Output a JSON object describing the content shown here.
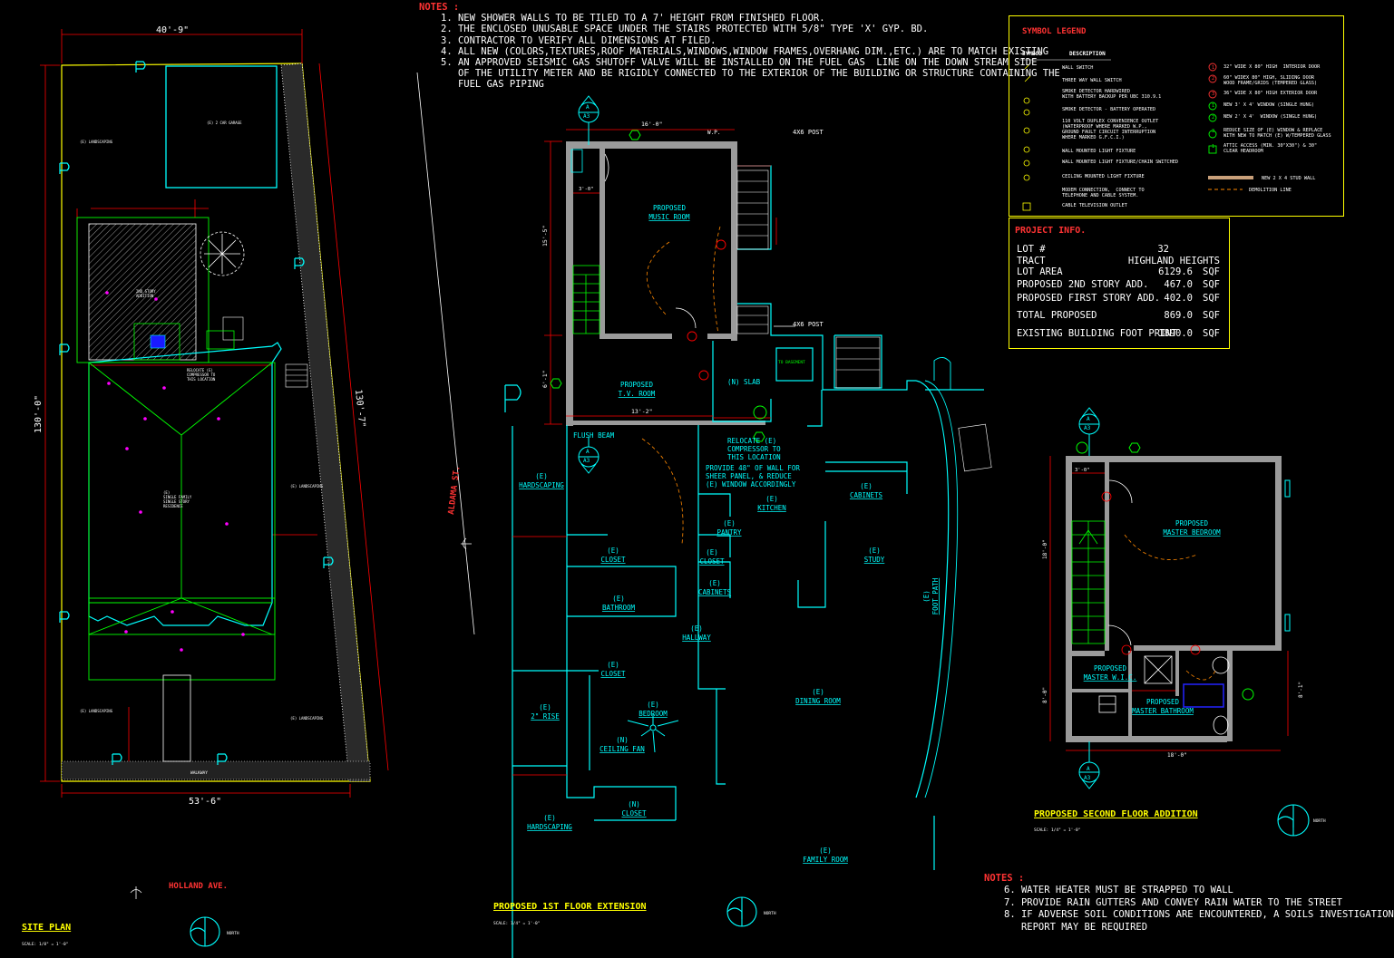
{
  "notes_top": {
    "header": "NOTES :",
    "items": [
      "1. NEW SHOWER WALLS TO BE TILED TO A 7' HEIGHT FROM FINISHED FLOOR.",
      "2. THE ENCLOSED UNUSABLE SPACE UNDER THE STAIRS PROTECTED WITH 5/8\" TYPE 'X' GYP. BD.",
      "3. CONTRACTOR TO VERIFY ALL DIMENSIONS AT FILED.",
      "4. ALL NEW (COLORS,TEXTURES,ROOF MATERIALS,WINDOWS,WINDOW FRAMES,OVERHANG DIM.,ETC.) ARE TO MATCH EXISTING",
      "5. AN APPROVED SEISMIC GAS SHUTOFF VALVE WILL BE INSTALLED ON THE FUEL GAS  LINE ON THE DOWN STREAM SIDE",
      "   OF THE UTILITY METER AND BE RIGIDLY CONNECTED TO THE EXTERIOR OF THE BUILDING OR STRUCTURE CONTAINING THE",
      "   FUEL GAS PIPING"
    ]
  },
  "notes_bottom": {
    "header": "NOTES :",
    "items": [
      "6. WATER HEATER MUST BE STRAPPED TO WALL",
      "7. PROVIDE RAIN GUTTERS AND CONVEY RAIN WATER TO THE STREET",
      "8. IF ADVERSE SOIL CONDITIONS ARE ENCOUNTERED, A SOILS INVESTIGATION",
      "   REPORT MAY BE REQUIRED"
    ]
  },
  "legend": {
    "title": "SYMBOL LEGEND",
    "col_symbol": "SYMBOL",
    "col_description": "DESCRIPTION",
    "left_items": [
      "WALL SWITCH",
      "THREE WAY WALL SWITCH",
      "SMOKE DETECTOR HARDWIRED\nWITH BATTERY BACKUP PER UBC 310.9.1",
      "SMOKE DETECTOR - BATTERY OPERATED",
      "110 VOLT DUPLEX CONVENIENCE OUTLET\n(WATERPROOF WHERE MARKED W.P.,\nGROUND FAULT CIRCUIT INTERRUPTION\nWHERE MARKED G.F.C.I.)",
      "WALL MOUNTED LIGHT FIXTURE",
      "WALL MOUNTED LIGHT FIXTURE/CHAIN SWITCHED",
      "CEILING MOUNTED LIGHT FIXTURE",
      "MODEM CONNECTION,  CONNECT TO\nTELEPHONE AND CABLE SYSTEM.",
      "CABLE TELEVISION OUTLET"
    ],
    "right_items": [
      {
        "mark": "1",
        "text": "32\" WIDE X 80\" HIGH  INTERIOR DOOR"
      },
      {
        "mark": "2",
        "text": "60\" WIDEX 80\" HIGH, SLIDING DOOR\nWOOD FRAME/GRIDS (TEMPERED GLASS)"
      },
      {
        "mark": "3",
        "text": "36\" WIDE X 80\" HIGH EXTERIOR DOOR"
      },
      {
        "mark": "1",
        "text": "NEW 3' X 4' WINDOW (SINGLE HUNG)"
      },
      {
        "mark": "2",
        "text": "NEW 2' X 4'  WINDOW (SINGLE HUNG)"
      },
      {
        "mark": "3",
        "text": "REDUCE SIZE OF (E) WINDOW & REPLACE\nWITH NEW TO MATCH (E) W/TEMPERED GLASS"
      },
      {
        "mark": "1",
        "text": "ATTIC ACCESS (MIN. 30\"X30\") & 30\"\nCLEAR HEADROOM"
      }
    ],
    "stud_wall": "NEW 2 X 4 STUD WALL",
    "demolition": "DEMOLITION LINE"
  },
  "project_info": {
    "title": "PROJECT INFO.",
    "rows": [
      {
        "label": "LOT #",
        "value": "32",
        "unit": ""
      },
      {
        "label": "TRACT",
        "value": "HIGHLAND HEIGHTS",
        "unit": ""
      },
      {
        "label": "LOT AREA",
        "value": "6129.6",
        "unit": "SQF"
      },
      {
        "label": "PROPOSED 2ND STORY ADD.",
        "value": "467.0",
        "unit": "SQF"
      },
      {
        "label": "PROPOSED FIRST STORY ADD.",
        "value": "402.0",
        "unit": "SQF"
      },
      {
        "label": "TOTAL PROPOSED",
        "value": "869.0",
        "unit": "SQF"
      },
      {
        "label": "EXISTING BUILDING FOOT PRINT",
        "value": "1890.0",
        "unit": "SQF"
      }
    ]
  },
  "site_plan": {
    "title": "SITE PLAN",
    "scale": "SCALE: 1/8\" = 1'-0\"",
    "dim_top": "40'-9\"",
    "dim_bottom": "53'-6\"",
    "dim_left": "130'-0\"",
    "dim_right": "130'-7\"",
    "street_bottom": "HOLLAND AVE.",
    "street_side": "ALDAMA ST.",
    "north": "NORTH",
    "garage": "(E) 2 CAR GARAGE",
    "house": "(E)\nSINGLE FAMILY\nSINGLE STORY\nRESIDENCE",
    "landscaping": "(E) LANDSCAPING",
    "walkway": "WALKWAY",
    "second_story": "2ND STORY\nADDITION",
    "relocate": "RELOCATE (E)\nCOMPRESSOR TO\nTHIS LOCATION"
  },
  "first_floor": {
    "title": "PROPOSED 1ST FLOOR EXTENSION",
    "scale": "SCALE: 1/4\" = 1'-0\"",
    "dim_top": "16'-0\"",
    "dim_left": "15'-5\"",
    "dim_left2": "6'-1\"",
    "dim_bottom": "13'-2\"",
    "dim_stair": "3'-0\"",
    "wp": "W.P.",
    "post1": "4X6 POST",
    "post2": "4X6 POST",
    "north": "NORTH",
    "section_mark": "A",
    "section_sheet": "A3",
    "flush_beam": "FLUSH BEAM",
    "slab": "(N) SLAB",
    "to_basement": "TO BASEMENT",
    "relocate_note": "RELOCATE (E)\nCOMPRESSOR TO\nTHIS LOCATION",
    "provide_note": "PROVIDE 48\" OF WALL FOR\nSHEER PANEL, & REDUCE\n(E) WINDOW ACCORDINGLY",
    "rooms": [
      {
        "tag": "PROPOSED",
        "name": "MUSIC ROOM"
      },
      {
        "tag": "PROPOSED",
        "name": "T.V. ROOM"
      },
      {
        "tag": "(E)",
        "name": "HARDSCAPING"
      },
      {
        "tag": "(E)",
        "name": "KITCHEN"
      },
      {
        "tag": "(E)",
        "name": "PANTRY"
      },
      {
        "tag": "(E)",
        "name": "CABINETS"
      },
      {
        "tag": "(E)",
        "name": "CLOSET"
      },
      {
        "tag": "(E)",
        "name": "CLOSET"
      },
      {
        "tag": "(E)",
        "name": "CABINETS"
      },
      {
        "tag": "(E)",
        "name": "STUDY"
      },
      {
        "tag": "(E)",
        "name": "BATHROOM"
      },
      {
        "tag": "(E)",
        "name": "HALLWAY"
      },
      {
        "tag": "(E)",
        "name": "CLOSET"
      },
      {
        "tag": "(E)",
        "name": "BEDROOM"
      },
      {
        "tag": "(N)",
        "name": "CEILING FAN"
      },
      {
        "tag": "(E)",
        "name": "DINING ROOM"
      },
      {
        "tag": "(E)",
        "name": "2\" RISE"
      },
      {
        "tag": "(N)",
        "name": "CLOSET"
      },
      {
        "tag": "(E)",
        "name": "HARDSCAPING"
      },
      {
        "tag": "(E)",
        "name": "FAMILY ROOM"
      },
      {
        "tag": "(E)",
        "name": "FOOT PATH"
      }
    ]
  },
  "second_floor": {
    "title": "PROPOSED SECOND FLOOR ADDITION",
    "scale": "SCALE: 1/4\" = 1'-0\"",
    "dim_bottom": "18'-0\"",
    "dim_left": "18'-0\"",
    "dim_left2": "8'-0\"",
    "dim_right": "8'-1\"",
    "dim_stair": "3'-0\"",
    "north": "NORTH",
    "section_mark": "A",
    "section_sheet": "A3",
    "rooms": [
      {
        "tag": "PROPOSED",
        "name": "MASTER BEDROOM"
      },
      {
        "tag": "PROPOSED",
        "name": "MASTER W.I.C."
      },
      {
        "tag": "PROPOSED",
        "name": "MASTER BATHROOM"
      }
    ]
  },
  "colors": {
    "wall": "#00ffff",
    "dim": "#ff0000",
    "text": "#ffffff",
    "title": "#ffff00",
    "door": "#ff8800",
    "tag": "#00ff00",
    "mark": "#ff00ff"
  }
}
